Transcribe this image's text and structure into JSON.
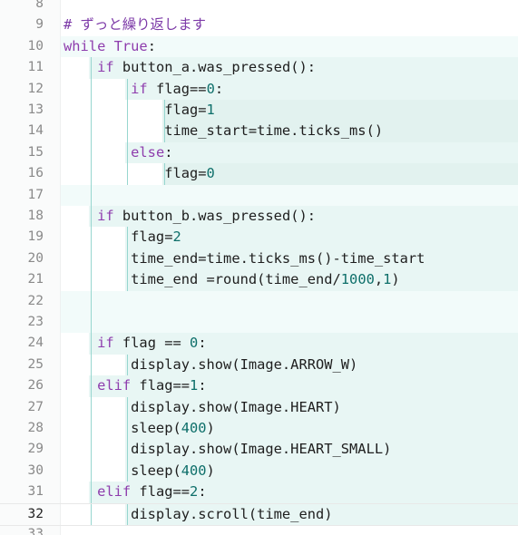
{
  "editor": {
    "current_line": "32",
    "lines": [
      {
        "n": "8",
        "code": ""
      },
      {
        "n": "9",
        "code": "# ずっと繰り返します"
      },
      {
        "n": "10",
        "code": "while True:"
      },
      {
        "n": "11",
        "code": "    if button_a.was_pressed():"
      },
      {
        "n": "12",
        "code": "        if flag==0:"
      },
      {
        "n": "13",
        "code": "            flag=1"
      },
      {
        "n": "14",
        "code": "            time_start=time.ticks_ms()"
      },
      {
        "n": "15",
        "code": "        else:"
      },
      {
        "n": "16",
        "code": "            flag=0"
      },
      {
        "n": "17",
        "code": ""
      },
      {
        "n": "18",
        "code": "    if button_b.was_pressed():"
      },
      {
        "n": "19",
        "code": "        flag=2"
      },
      {
        "n": "20",
        "code": "        time_end=time.ticks_ms()-time_start"
      },
      {
        "n": "21",
        "code": "        time_end =round(time_end/1000,1)"
      },
      {
        "n": "22",
        "code": ""
      },
      {
        "n": "23",
        "code": ""
      },
      {
        "n": "24",
        "code": "    if flag == 0:"
      },
      {
        "n": "25",
        "code": "        display.show(Image.ARROW_W)"
      },
      {
        "n": "26",
        "code": "    elif flag==1:"
      },
      {
        "n": "27",
        "code": "        display.show(Image.HEART)"
      },
      {
        "n": "28",
        "code": "        sleep(400)"
      },
      {
        "n": "29",
        "code": "        display.show(Image.HEART_SMALL)"
      },
      {
        "n": "30",
        "code": "        sleep(400)"
      },
      {
        "n": "31",
        "code": "    elif flag==2:"
      },
      {
        "n": "32",
        "code": "        display.scroll(time_end)"
      },
      {
        "n": "33",
        "code": ""
      }
    ]
  },
  "colors": {
    "keyword": "#8e3dad",
    "number": "#0e6f6a",
    "comment": "#7d3aa8",
    "block_level_1": "#f2fbfa",
    "block_level_2": "#e8f6f4",
    "block_level_3": "#e2f2ef",
    "guide": "#97d6cf"
  }
}
